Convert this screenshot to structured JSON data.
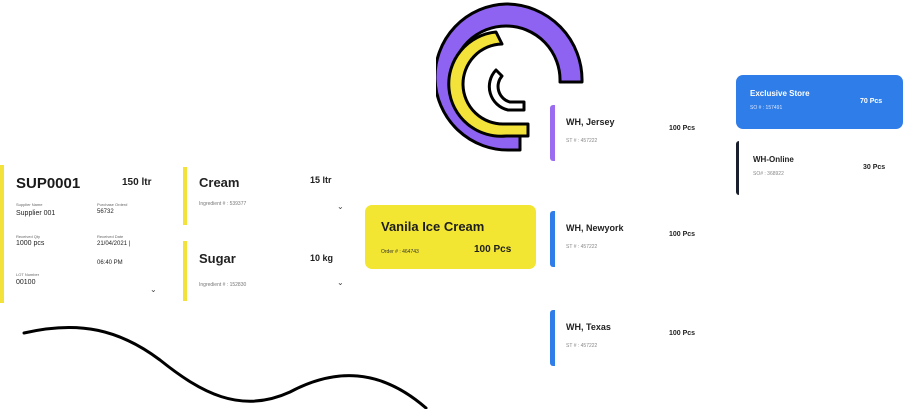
{
  "colors": {
    "ingredient_accent": "#f2e23a",
    "product_fill": "#f2e633",
    "warehouse_purple": "#9b6cf0",
    "warehouse_blue": "#2f7de8",
    "store_selected": "#2f7de8",
    "store_dark": "#1a1f2e",
    "logo_purple": "#8f63f2",
    "logo_yellow": "#f2e23a"
  },
  "logo": {
    "icon": "spiral-logo-icon"
  },
  "supplier": {
    "id": "SUP0001",
    "qty": "150 ltr",
    "supplier_name_label": "Supplier Name",
    "supplier_name": "Supplier 001",
    "purchase_order_label": "Purchase Order#",
    "purchase_order": "56732",
    "received_qty_label": "Received Qty",
    "received_qty": "1000 pcs",
    "received_date_label": "Received Date",
    "received_date": "21/04/2021 |",
    "received_time": "06:40 PM",
    "lot_number_label": "LOT Number",
    "lot_number": "00100",
    "expand_icon": "chevron-down-icon"
  },
  "ingredients": [
    {
      "name": "Cream",
      "qty": "15 ltr",
      "meta": "Ingredient # : 539377",
      "expand_icon": "chevron-down-icon"
    },
    {
      "name": "Sugar",
      "qty": "10 kg",
      "meta": "Ingredient # : 152830",
      "expand_icon": "chevron-down-icon"
    }
  ],
  "product": {
    "name": "Vanila Ice Cream",
    "meta": "Order # : 464743",
    "qty": "100 Pcs"
  },
  "warehouses": [
    {
      "name": "WH, Jersey",
      "meta": "ST # : 457222",
      "qty": "100 Pcs",
      "accent": "#9b6cf0"
    },
    {
      "name": "WH, Newyork",
      "meta": "ST # : 457222",
      "qty": "100 Pcs",
      "accent": "#2f7de8"
    },
    {
      "name": "WH, Texas",
      "meta": "ST # : 457222",
      "qty": "100 Pcs",
      "accent": "#2f7de8"
    }
  ],
  "stores": [
    {
      "name": "Exclusive Store",
      "meta": "SO # : 157491",
      "qty": "70 Pcs"
    },
    {
      "name": "WH-Online",
      "meta": "SO# : 368922",
      "qty": "30 Pcs"
    }
  ]
}
